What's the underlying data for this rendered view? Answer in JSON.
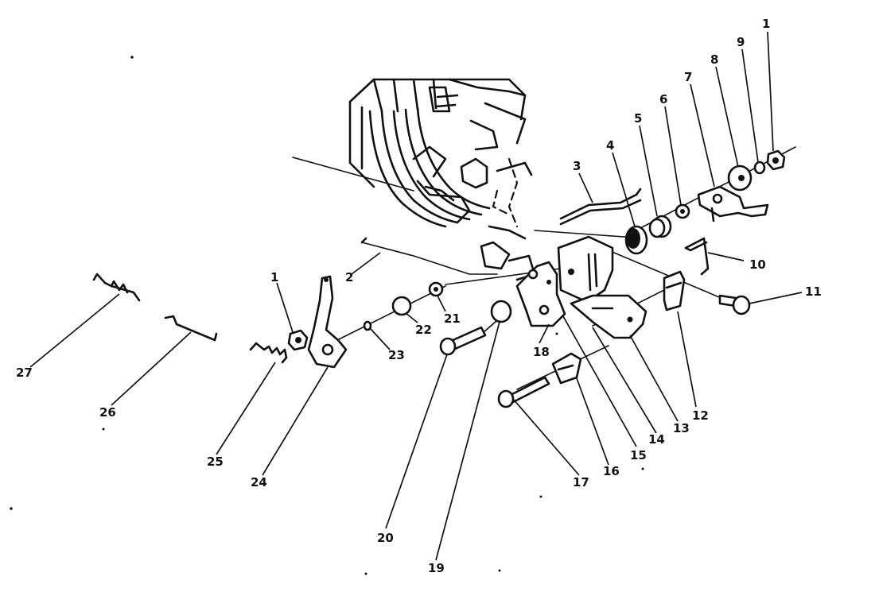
{
  "diagram": {
    "callouts": {
      "c1a": "1",
      "c1b": "1",
      "c2": "2",
      "c3": "3",
      "c4": "4",
      "c5": "5",
      "c6": "6",
      "c7": "7",
      "c8": "8",
      "c9": "9",
      "c10": "10",
      "c11": "11",
      "c12": "12",
      "c13": "13",
      "c14": "14",
      "c15": "15",
      "c16": "16",
      "c17": "17",
      "c18": "18",
      "c19": "19",
      "c20": "20",
      "c21": "21",
      "c22": "22",
      "c23": "23",
      "c24": "24",
      "c25": "25",
      "c26": "26",
      "c27": "27"
    }
  }
}
